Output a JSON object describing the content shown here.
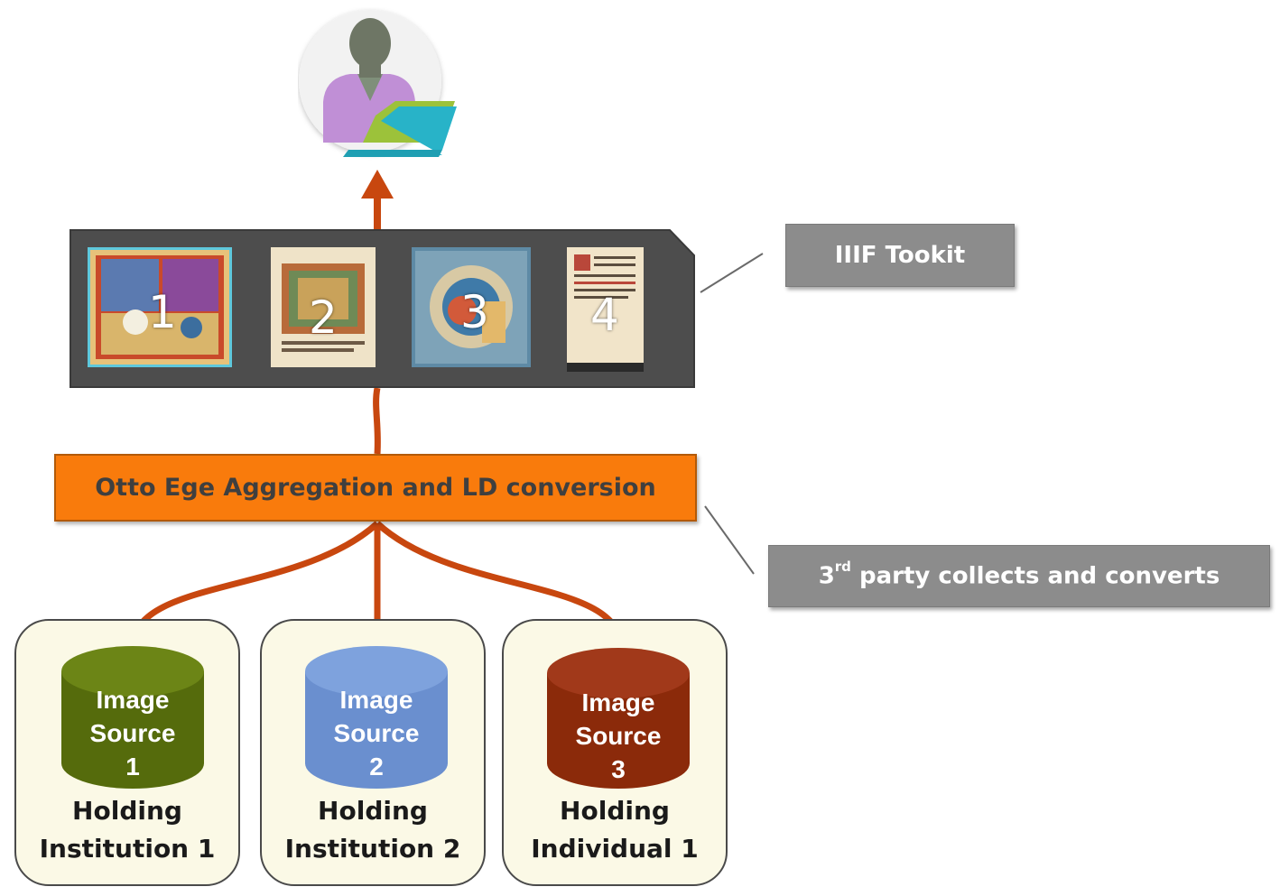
{
  "toolkit_label": "IIIF Tookit",
  "thirdparty_label": {
    "prefix": "3",
    "sup": "rd",
    "rest": " party collects and converts"
  },
  "aggregation_label": "Otto Ege Aggregation and LD conversion",
  "viewer_tiles": [
    "1",
    "2",
    "3",
    "4"
  ],
  "sources": [
    {
      "lines": [
        "Image",
        "Source",
        "1"
      ],
      "color": "#556b0c",
      "holder": [
        "Holding",
        "Institution 1"
      ]
    },
    {
      "lines": [
        "Image",
        "Source",
        "2"
      ],
      "color": "#6a8fcf",
      "holder": [
        "Holding",
        "Institution 2"
      ]
    },
    {
      "lines": [
        "Image",
        "Source",
        "3"
      ],
      "color": "#8b2a0a",
      "holder": [
        "Holding",
        "Individual 1"
      ]
    }
  ],
  "colors": {
    "arrow": "#c8470f",
    "viewer_frame": "#4d4d4d",
    "label_gray": "#8c8c8c",
    "aggregation_orange": "#f97b0c",
    "holder_fill": "#fbf9e6"
  },
  "icons": [
    "user-with-laptop-icon"
  ]
}
